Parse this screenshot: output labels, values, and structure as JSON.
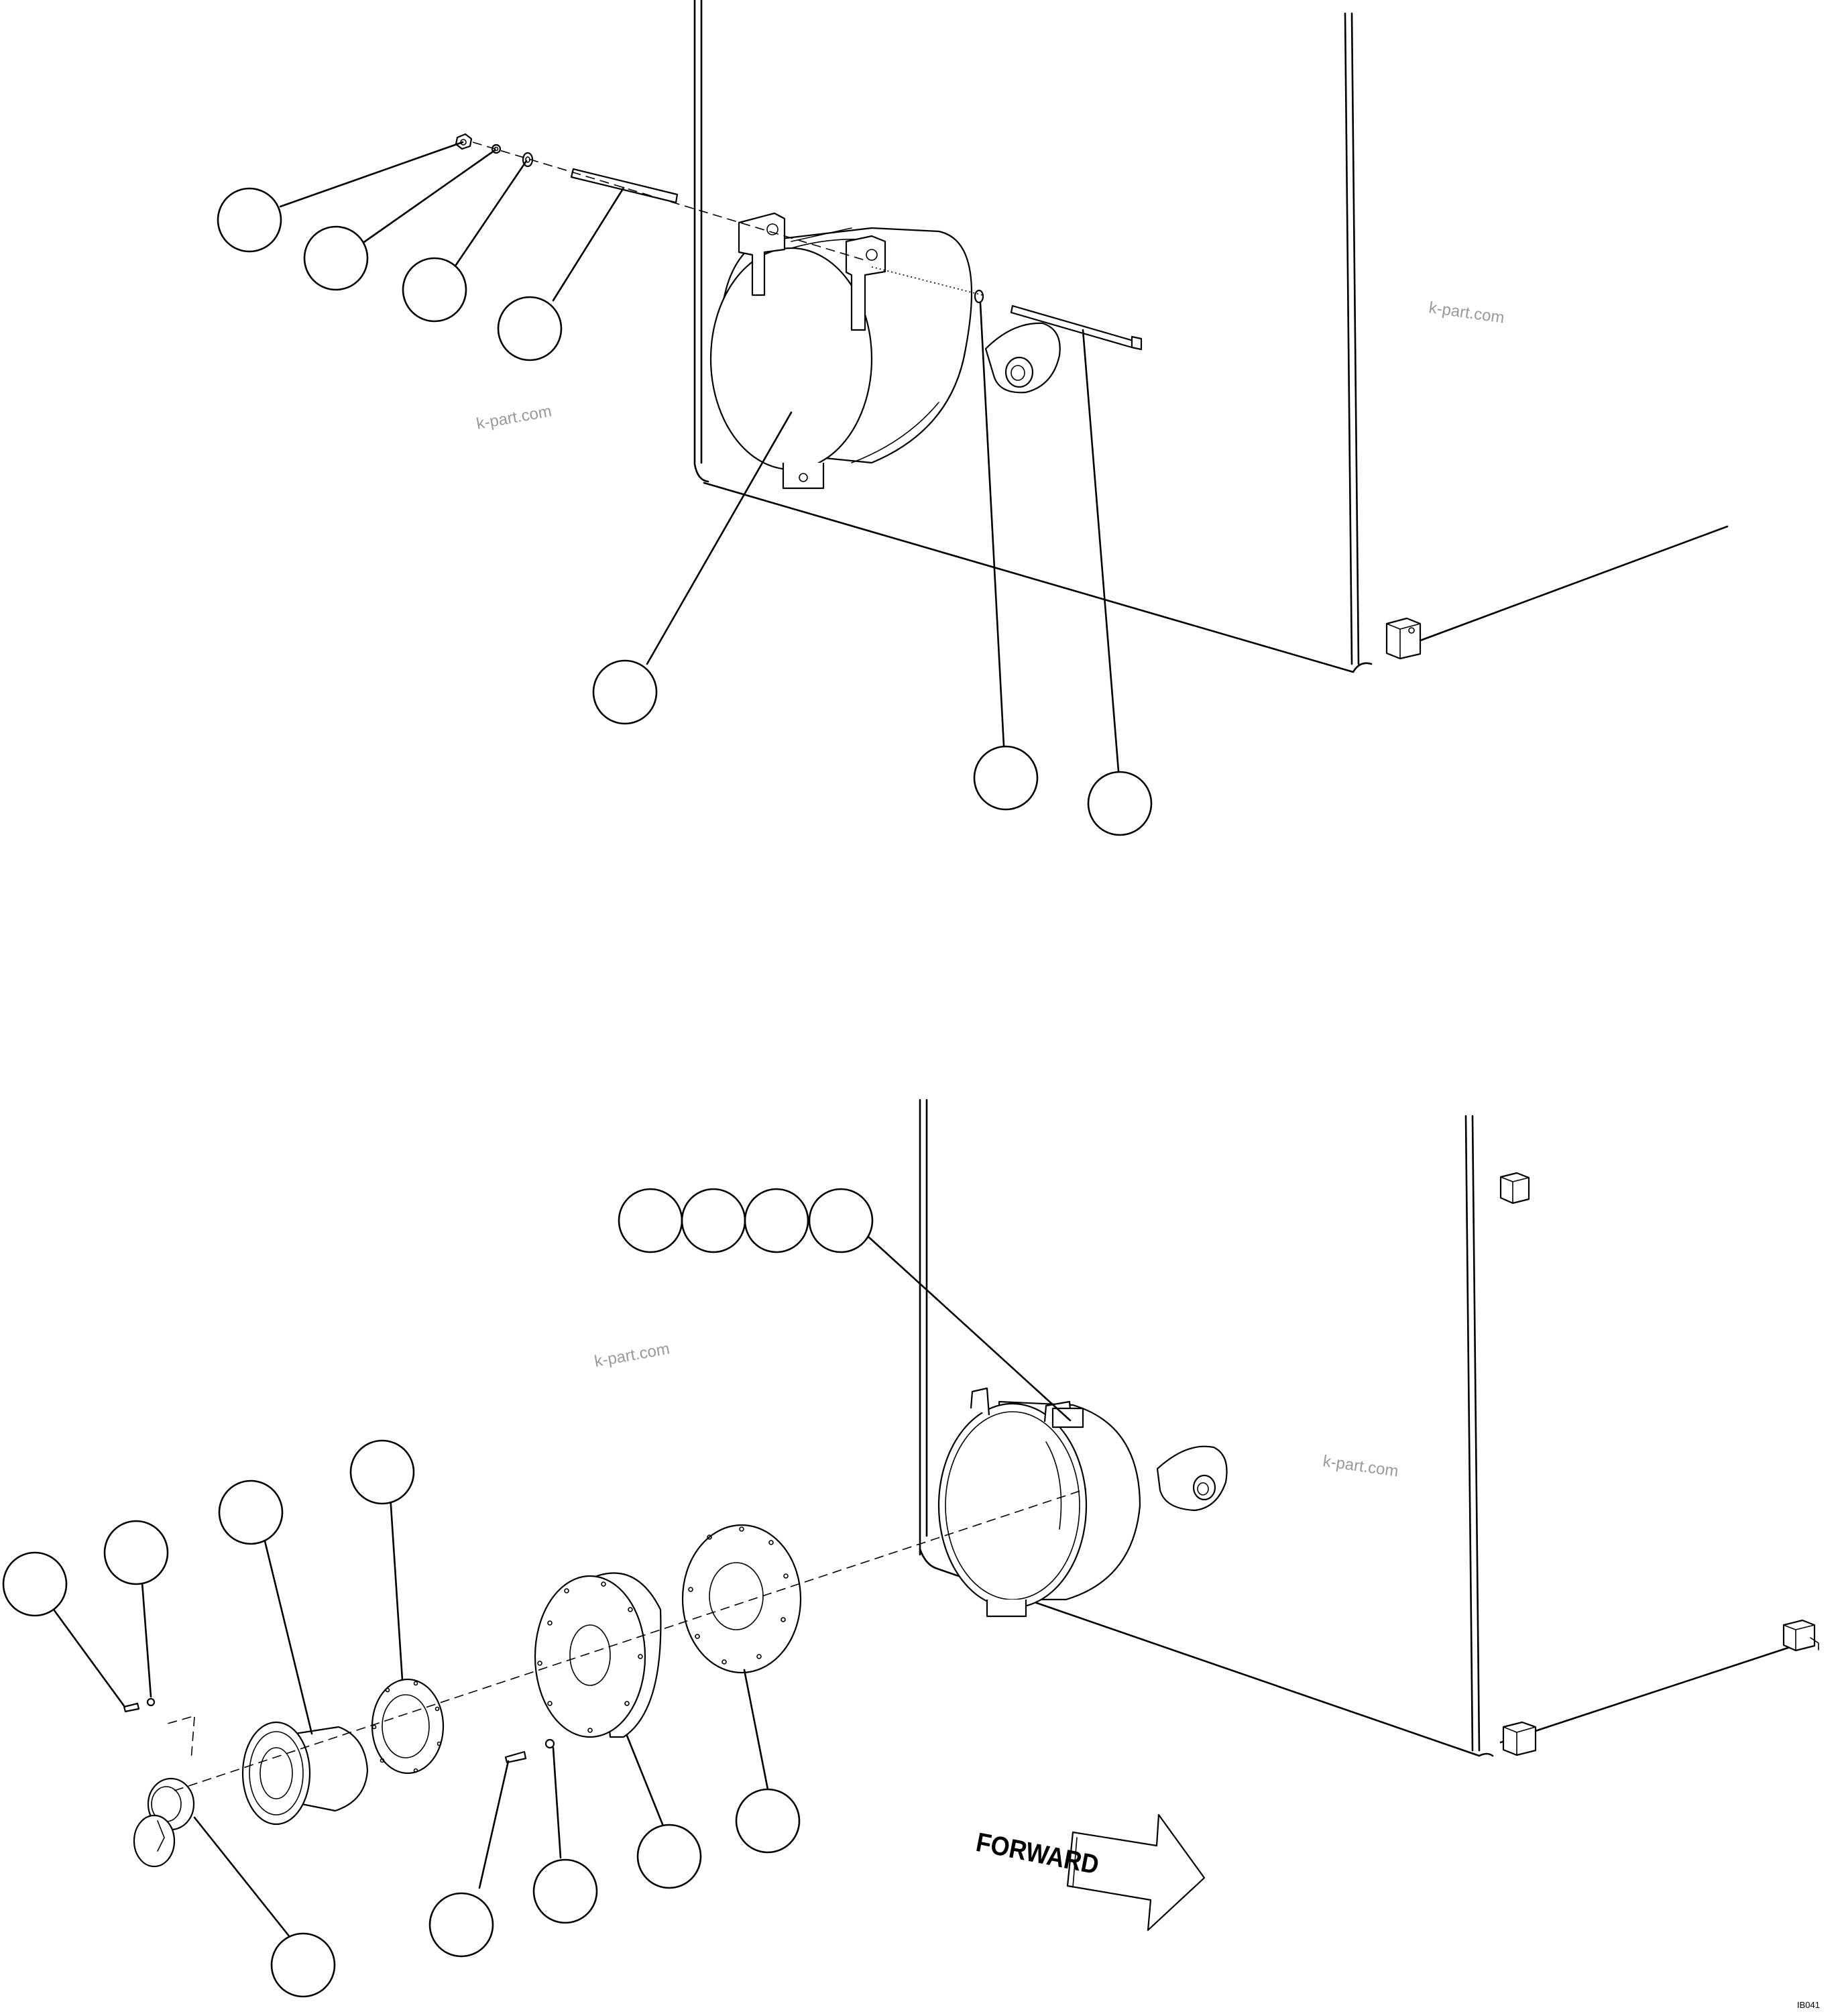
{
  "watermarks": [
    "k-part.com",
    "k-part.com",
    "k-part.com",
    "k-part.com"
  ],
  "direction_arrow": {
    "label": "FORWARD"
  },
  "figure_code": "IB041",
  "callouts": {
    "top_view": [
      "",
      "",
      "",
      "",
      "",
      "",
      ""
    ],
    "bottom_view": [
      "",
      "",
      "",
      "",
      "",
      "",
      "",
      "",
      "",
      "",
      "",
      "",
      "",
      "",
      ""
    ]
  },
  "colors": {
    "line": "#000000",
    "background": "#ffffff",
    "watermark": "#9a9a9a"
  }
}
